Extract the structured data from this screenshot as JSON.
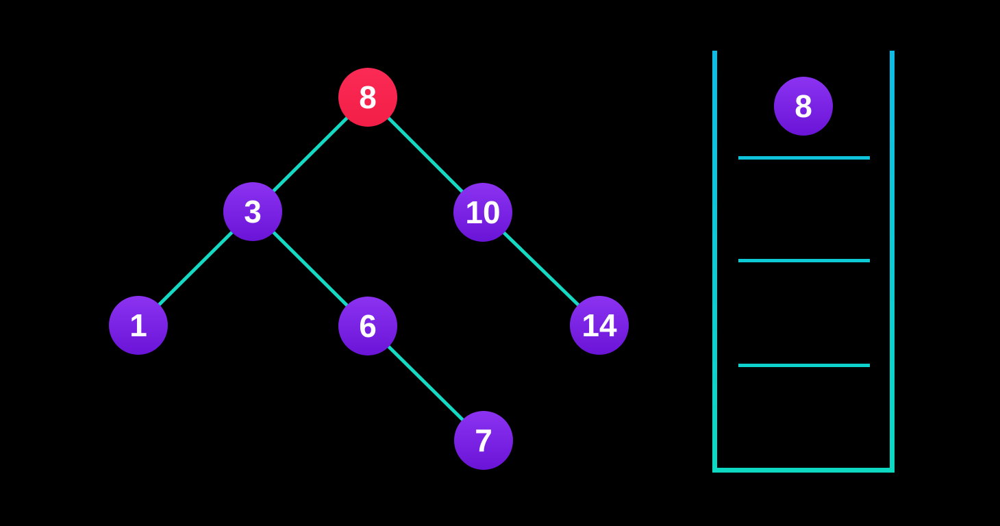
{
  "colors": {
    "background": "#000000",
    "edge": "#15D9C2",
    "node_purple_top": "#8C33F1",
    "node_purple_bottom": "#6A14D7",
    "node_red_top": "#FB2B55",
    "node_red_bottom": "#F21E47",
    "stack_wall_top": "#0FBCE5",
    "stack_wall_bottom": "#0DD9C3",
    "label": "#FFFFFF"
  },
  "tree": {
    "nodes": [
      {
        "label": "8",
        "highlighted": true
      },
      {
        "label": "3",
        "highlighted": false
      },
      {
        "label": "10",
        "highlighted": false
      },
      {
        "label": "1",
        "highlighted": false
      },
      {
        "label": "6",
        "highlighted": false
      },
      {
        "label": "14",
        "highlighted": false
      },
      {
        "label": "7",
        "highlighted": false
      }
    ],
    "edges": [
      [
        "8",
        "3"
      ],
      [
        "8",
        "10"
      ],
      [
        "3",
        "1"
      ],
      [
        "3",
        "6"
      ],
      [
        "6",
        "7"
      ],
      [
        "10",
        "14"
      ]
    ]
  },
  "stack": {
    "items": [
      {
        "label": "8"
      }
    ],
    "empty_slot_count": 3
  }
}
